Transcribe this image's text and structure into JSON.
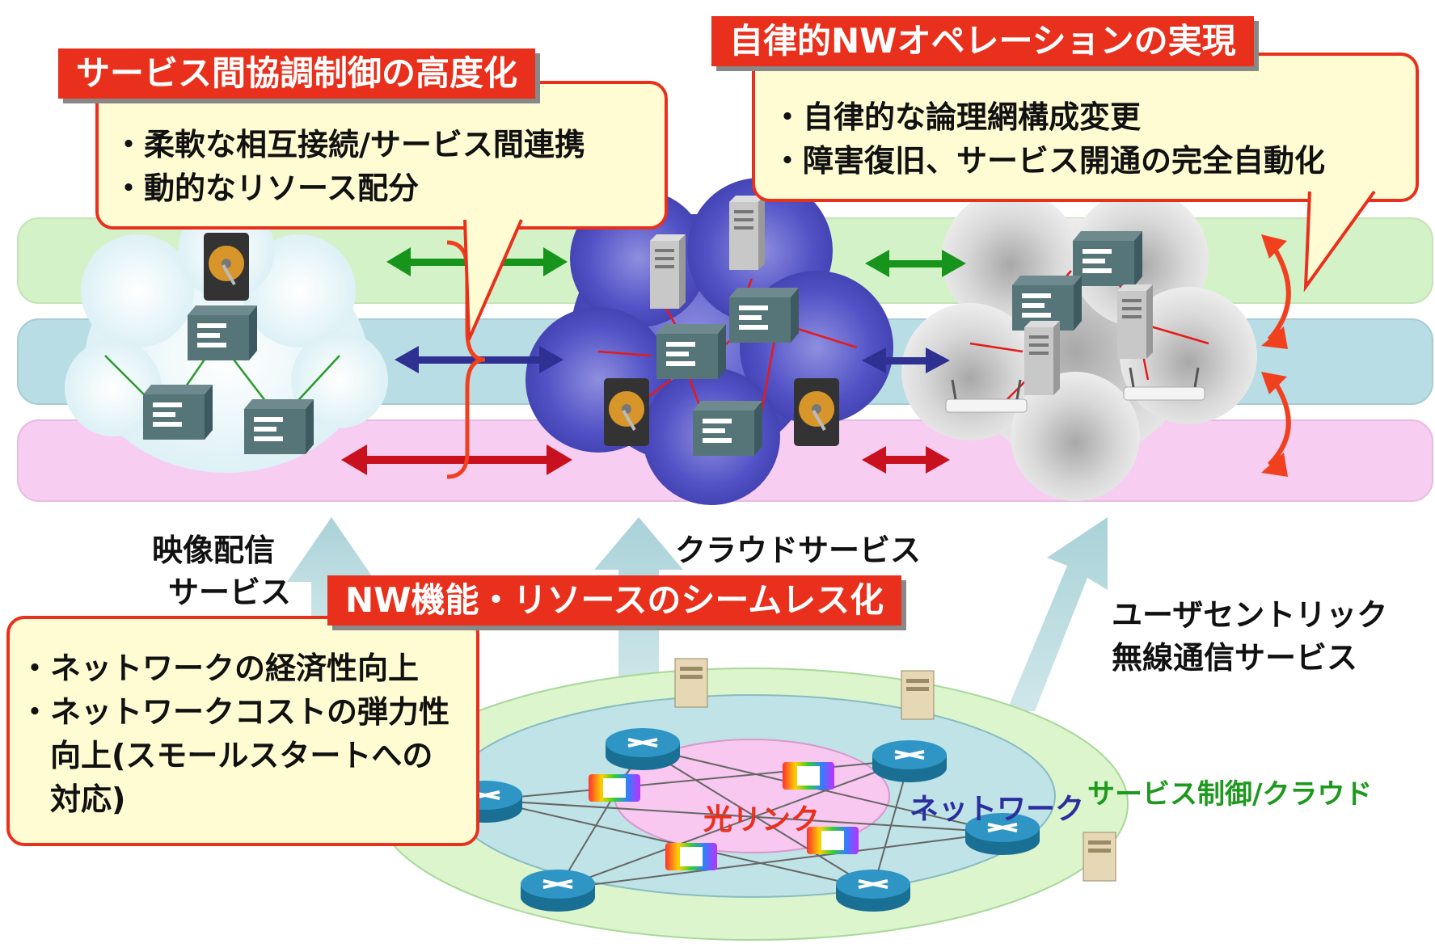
{
  "titles": {
    "service_coop": "サービス間協調制御の高度化",
    "autonomous": "自律的NWオペレーションの実現",
    "seamless": "NW機能・リソースのシームレス化"
  },
  "bullets": {
    "service_coop": [
      "・柔軟な相互接続/サービス間連携",
      "・動的なリソース配分"
    ],
    "autonomous": [
      "・自律的な論理網構成変更",
      "・障害復旧、サービス開通の完全自動化"
    ],
    "seamless": [
      "・ネットワークの経済性向上",
      "・ネットワークコストの弾力性",
      "　向上(スモールスタートへの",
      "　対応)"
    ]
  },
  "services": {
    "video_line1": "映像配信",
    "video_line2": "サービス",
    "cloud": "クラウドサービス",
    "wireless_line1": "ユーザセントリック",
    "wireless_line2": "無線通信サービス"
  },
  "network_labels": {
    "optical": "光リンク",
    "network": "ネットワーク",
    "service_control": "サービス制御/クラウド"
  },
  "colors": {
    "accent_red": "#e8301c",
    "callout_fill": "#fffbd2",
    "layer_green": "#d4f2c8",
    "layer_teal": "#b9dde4",
    "layer_pink": "#f8cdf2",
    "arrow_green": "#17941c",
    "arrow_blue": "#2e3192",
    "arrow_red": "#c8101e",
    "label_blue": "#2b2f9e",
    "label_red": "#e8301c",
    "label_green": "#1d9a1d"
  }
}
